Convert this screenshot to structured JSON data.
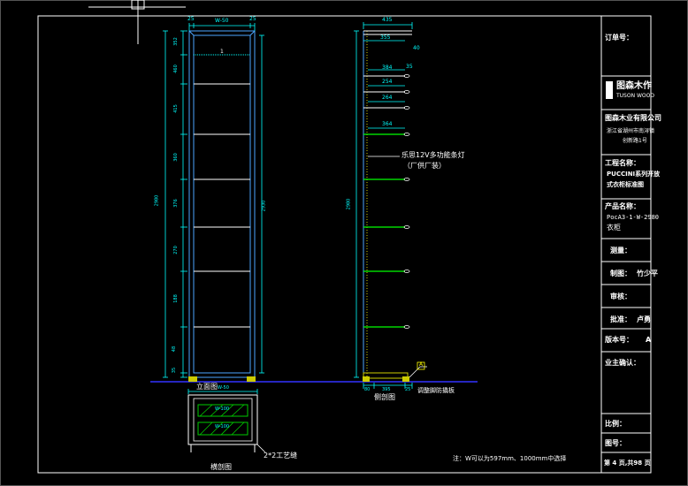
{
  "views": {
    "front_label": "立面图",
    "side_label": "侧剖图",
    "plan_label": "横剖图"
  },
  "front": {
    "width_label": "W-50",
    "offset_left": "25",
    "offset_right": "25",
    "height_total": "2980",
    "height_inner": "2930",
    "segment_labels": [
      "352",
      "460",
      "415",
      "360",
      "376",
      "270",
      "188",
      "48",
      "35"
    ],
    "small_label": "1"
  },
  "side": {
    "depth_top": "435",
    "depth_inner": "355",
    "depth_right": "40",
    "height_total": "2980",
    "shelf_labels": [
      "35",
      "254",
      "264",
      "364",
      "384"
    ],
    "led_note": "乐思12V多功能条灯",
    "led_note2": "（厂供厂装）",
    "bottom_labels": [
      "80",
      "395",
      "25"
    ],
    "adjust_label": "调整脚防撬板",
    "detail_label": "A"
  },
  "plan": {
    "width_label": "W-50",
    "inner_labels": [
      "W-100",
      "W-100"
    ],
    "note": "2*2工艺缝"
  },
  "note_bottom": "注：W可以为597mm、1000mm中选择",
  "title_block": {
    "order_no": "订单号：",
    "logo_main": "图森木作",
    "logo_sub": "TUSON WOOD",
    "company": "图森木业有限公司",
    "address": "浙江省湖州市南浔镇",
    "address2": "创新路1号",
    "project_label": "工程名称：",
    "project_value": "PUCCINI系列开放",
    "project_value2": "式衣柜标准图",
    "product_label": "产品名称：",
    "product_value": "PocA3-1-W-2980",
    "product_value2": "衣柜",
    "measure_label": "测量：",
    "draw_label": "制图：",
    "draw_value": "竹少平",
    "review_label": "审核：",
    "approve_label": "批准：",
    "approve_value": "卢勇",
    "version_label": "版本号：",
    "version_value": "A",
    "owner_label": "业主确认：",
    "scale_label": "比例：",
    "drawing_no_label": "图号：",
    "page_label": "第 4 页,共98 页"
  },
  "colors": {
    "background": "#000000",
    "frame": "#ffffff",
    "dimension": "#00ffff",
    "panel": "#4da6ff",
    "shelf": "#ffffff",
    "led_shelf": "#00ff00",
    "hatch": "#00cc00",
    "floor": "#3333ff",
    "ground_detail": "#cccc00"
  }
}
